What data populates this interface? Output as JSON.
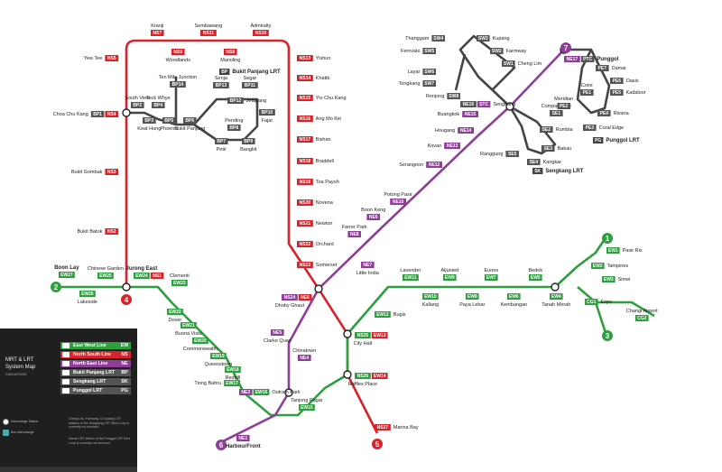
{
  "colors": {
    "ew": "#2e9f3e",
    "ns": "#d8232a",
    "ne": "#8e3d98",
    "lrt": "#404040",
    "cc": "#f5a100",
    "code_green": "#2e9f3e",
    "code_red": "#d8232a",
    "code_purple": "#8e3d98",
    "code_gray": "#555555"
  },
  "terminals": [
    {
      "num": "1",
      "line": "ew"
    },
    {
      "num": "2",
      "line": "ew"
    },
    {
      "num": "3",
      "line": "ew"
    },
    {
      "num": "4",
      "line": "ns"
    },
    {
      "num": "5",
      "line": "ns"
    },
    {
      "num": "6",
      "line": "ne"
    },
    {
      "num": "7",
      "line": "ne"
    }
  ],
  "ns_top": [
    {
      "name": "Kranji",
      "code": "NS7"
    },
    {
      "name": "Woodlands",
      "code": "NS9"
    },
    {
      "name": "Sembawang",
      "code": "NS11"
    },
    {
      "name": "Marsiling",
      "code": "NS8"
    },
    {
      "name": "Admiralty",
      "code": "NS10"
    }
  ],
  "ns_left": [
    {
      "name": "Yew Tee",
      "code": "NS5"
    },
    {
      "name": "Choa Chu Kang",
      "code": "NS4",
      "code2": "BP1"
    },
    {
      "name": "Bukit Gombak",
      "code": "NS3"
    },
    {
      "name": "Bukit Batok",
      "code": "NS2"
    }
  ],
  "ns_right": [
    {
      "name": "Yishun",
      "code": "NS13"
    },
    {
      "name": "Khatib",
      "code": "NS14"
    },
    {
      "name": "Yio Chu Kang",
      "code": "NS15"
    },
    {
      "name": "Ang Mo Kio",
      "code": "NS16"
    },
    {
      "name": "Bishan",
      "code": "NS17"
    },
    {
      "name": "Braddell",
      "code": "NS18"
    },
    {
      "name": "Toa Payoh",
      "code": "NS19"
    },
    {
      "name": "Novena",
      "code": "NS20"
    },
    {
      "name": "Newton",
      "code": "NS21"
    },
    {
      "name": "Orchard",
      "code": "NS22"
    },
    {
      "name": "Somerset",
      "code": "NS23"
    }
  ],
  "ns_south": [
    {
      "name": "Dhoby Ghaut",
      "code": "NS24",
      "code2": "NE6"
    },
    {
      "name": "City Hall",
      "code": "NS25",
      "code2": "EW13"
    },
    {
      "name": "Raffles Place",
      "code": "NS26",
      "code2": "EW14"
    },
    {
      "name": "Marina Bay",
      "code": "NS27"
    }
  ],
  "bp": [
    {
      "name": "South View",
      "code": "BP2"
    },
    {
      "name": "Keat Hong",
      "code": "BP3"
    },
    {
      "name": "Teck Whye",
      "code": "BP4"
    },
    {
      "name": "Phoenix",
      "code": "BP5"
    },
    {
      "name": "Bukit Panjang",
      "code": "BP6"
    },
    {
      "name": "Petir",
      "code": "BP7"
    },
    {
      "name": "Pending",
      "code": "BP8"
    },
    {
      "name": "Bangkit",
      "code": "BP9"
    },
    {
      "name": "Fajar",
      "code": "BP10"
    },
    {
      "name": "Segar",
      "code": "BP11"
    },
    {
      "name": "Jelapang",
      "code": "BP12"
    },
    {
      "name": "Senja",
      "code": "BP13"
    },
    {
      "name": "Ten Mile Junction",
      "code": "BP14"
    },
    {
      "name": "Bukit Panjang LRT",
      "code": "BP"
    }
  ],
  "ne": [
    {
      "name": "Punggol",
      "code": "NE17",
      "code2": "PTC"
    },
    {
      "name": "Sengkang",
      "code": "NE16",
      "code2": "STC"
    },
    {
      "name": "Buangkok",
      "code": "NE15"
    },
    {
      "name": "Hougang",
      "code": "NE14"
    },
    {
      "name": "Kovan",
      "code": "NE13"
    },
    {
      "name": "Serangoon",
      "code": "NE12"
    },
    {
      "name": "Potong Pasir",
      "code": "NE10"
    },
    {
      "name": "Boon Keng",
      "code": "NE9"
    },
    {
      "name": "Farrer Park",
      "code": "NE8"
    },
    {
      "name": "Little India",
      "code": "NE7"
    },
    {
      "name": "Clarke Quay",
      "code": "NE5"
    },
    {
      "name": "Chinatown",
      "code": "NE4"
    },
    {
      "name": "Outram Park",
      "code": "NE3",
      "code2": "EW16"
    },
    {
      "name": "HarbourFront",
      "code": "NE1"
    }
  ],
  "sk": [
    {
      "name": "Thanggam",
      "code": "SW4"
    },
    {
      "name": "Kupang",
      "code": "SW3"
    },
    {
      "name": "Farmway",
      "code": "SW2"
    },
    {
      "name": "Cheng Lim",
      "code": "SW1"
    },
    {
      "name": "Fernvale",
      "code": "SW5"
    },
    {
      "name": "Layar",
      "code": "SW6"
    },
    {
      "name": "Tongkang",
      "code": "SW7"
    },
    {
      "name": "Renjong",
      "code": "SW8"
    },
    {
      "name": "Compassvale",
      "code": "SE1"
    },
    {
      "name": "Rumbia",
      "code": "SE2"
    },
    {
      "name": "Bakau",
      "code": "SE3"
    },
    {
      "name": "Kangkar",
      "code": "SE4"
    },
    {
      "name": "Ranggung",
      "code": "SE5"
    },
    {
      "name": "Sengkang LRT",
      "code": "SK"
    }
  ],
  "pg": [
    {
      "name": "Damai",
      "code": "PE7"
    },
    {
      "name": "Oasis",
      "code": "PE6"
    },
    {
      "name": "Kadaloor",
      "code": "PE5"
    },
    {
      "name": "Riviera",
      "code": "PE4"
    },
    {
      "name": "Coral Edge",
      "code": "PE3"
    },
    {
      "name": "Meridian",
      "code": "PE2"
    },
    {
      "name": "Cove",
      "code": "PE1"
    },
    {
      "name": "Punggol LRT",
      "code": "PG"
    }
  ],
  "ew_west": [
    {
      "name": "Boon Lay",
      "code": "EW27"
    },
    {
      "name": "Lakeside",
      "code": "EW26"
    },
    {
      "name": "Chinese Garden",
      "code": "EW25"
    },
    {
      "name": "Jurong East",
      "code": "EW24",
      "code2": "NS1"
    },
    {
      "name": "Clementi",
      "code": "EW23"
    },
    {
      "name": "Dover",
      "code": "EW22"
    },
    {
      "name": "Buona Vista",
      "code": "EW21"
    },
    {
      "name": "Commonwealth",
      "code": "EW20"
    },
    {
      "name": "Queenstown",
      "code": "EW19"
    },
    {
      "name": "Redhill",
      "code": "EW18"
    },
    {
      "name": "Tiong Bahru",
      "code": "EW17"
    },
    {
      "name": "Tanjong Pagar",
      "code": "EW15"
    }
  ],
  "ew_east": [
    {
      "name": "Bugis",
      "code": "EW12"
    },
    {
      "name": "Lavender",
      "code": "EW11"
    },
    {
      "name": "Kallang",
      "code": "EW10"
    },
    {
      "name": "Aljunied",
      "code": "EW9"
    },
    {
      "name": "Paya Lebar",
      "code": "EW8"
    },
    {
      "name": "Eunos",
      "code": "EW7"
    },
    {
      "name": "Kembangan",
      "code": "EW6"
    },
    {
      "name": "Bedok",
      "code": "EW5"
    },
    {
      "name": "Tanah Merah",
      "code": "EW4"
    },
    {
      "name": "Pasir Ris",
      "code": "EW1"
    },
    {
      "name": "Tampines",
      "code": "EW2"
    },
    {
      "name": "Simei",
      "code": "EW3"
    },
    {
      "name": "Expo",
      "code": "CG1"
    },
    {
      "name": "Changi Airport",
      "code": "CG2"
    }
  ],
  "legend": {
    "title1": "MRT & LRT",
    "title2": "System Map",
    "sub": "SINGAPORE",
    "lines": [
      {
        "name": "East West Line",
        "code": "EW",
        "color": "#2e9f3e"
      },
      {
        "name": "North South Line",
        "code": "NS",
        "color": "#d8232a"
      },
      {
        "name": "North East Line",
        "code": "NE",
        "color": "#8e3d98"
      },
      {
        "name": "Bukit Panjang LRT",
        "code": "BP",
        "color": "#555555"
      },
      {
        "name": "Sengkang LRT",
        "code": "SK",
        "color": "#555555"
      },
      {
        "name": "Punggol LRT",
        "code": "PG",
        "color": "#555555"
      }
    ],
    "key_interchange": "Interchange Station",
    "key_bus": "Bus Interchange",
    "note1": "Cheng Lim, Farmway, & Kupang LRT stations of the Sengkang LRT West Loop is currently not serviced.",
    "note2": "Damai LRT station of the Punggol LRT East Loop is currently not serviced."
  }
}
